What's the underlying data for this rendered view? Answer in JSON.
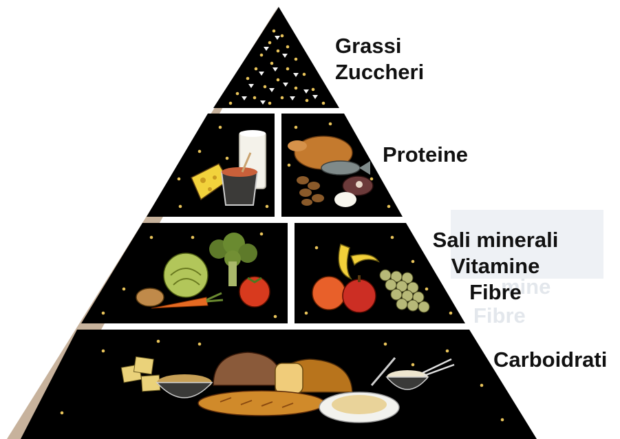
{
  "colors": {
    "background": "#ffffff",
    "tier_fill": "#000000",
    "dots": "#e8c35a",
    "side_face": "#c7b29c",
    "label_text": "#111111",
    "bread": "#b8741c",
    "vegetables": "#7a9a2c",
    "fruit": "#d6401e"
  },
  "tiers": [
    {
      "level": 1,
      "labels": [
        "Grassi",
        "Zuccheri"
      ],
      "icons": [
        "dots-triangles-icon"
      ]
    },
    {
      "level": 2,
      "labels": [
        "Proteine"
      ],
      "icons": [
        "cheese-icon",
        "milk-glass-icon",
        "yogurt-cup-icon",
        "roast-chicken-icon",
        "fish-icon",
        "beans-icon",
        "meat-icon",
        "egg-icon"
      ]
    },
    {
      "level": 3,
      "labels": [
        "Sali minerali",
        "Vitamine",
        "Fibre"
      ],
      "icons": [
        "potato-icon",
        "lettuce-icon",
        "broccoli-icon",
        "carrot-icon",
        "tomato-icon",
        "orange-icon",
        "banana-icon",
        "apple-icon",
        "grapes-icon"
      ]
    },
    {
      "level": 4,
      "labels": [
        "Carboidrati"
      ],
      "icons": [
        "crackers-icon",
        "cereal-bowl-icon",
        "bread-loaf-icon",
        "baguette-icon",
        "pasta-plate-icon",
        "rice-bowl-icon"
      ]
    }
  ],
  "ghost_labels": [
    "mine",
    "Fibre"
  ]
}
